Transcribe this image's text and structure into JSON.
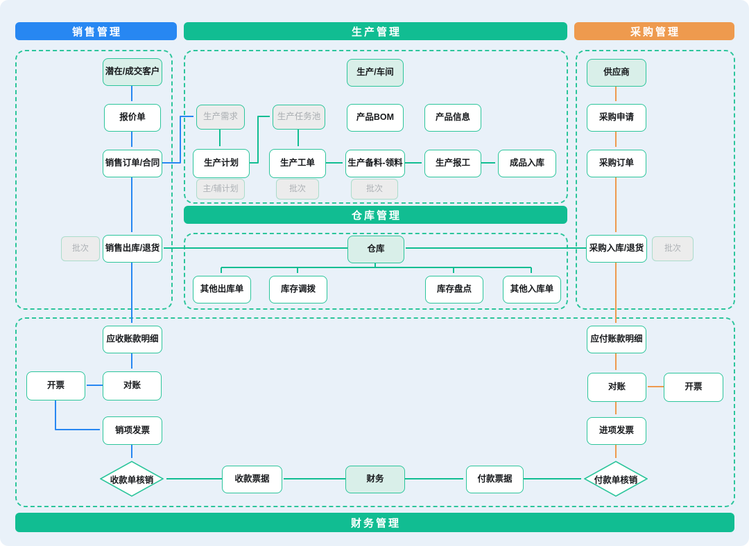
{
  "headers": {
    "sales": "销售管理",
    "production": "生产管理",
    "purchase": "采购管理",
    "warehouse": "仓库管理",
    "finance": "财务管理"
  },
  "nodes": {
    "customer": "潜在/成交客户",
    "quotation": "报价单",
    "sales_order": "销售订单/合同",
    "sales_batch": "批次",
    "sales_outbound": "销售出库/退货",
    "receivable_detail": "应收账款明细",
    "invoice_left": "开票",
    "reconcile_left": "对账",
    "sales_invoice": "销项发票",
    "receipt_writeoff": "收款单核销",
    "workshop": "生产/车间",
    "prod_demand": "生产需求",
    "prod_task_pool": "生产任务池",
    "product_bom": "产品BOM",
    "product_info": "产品信息",
    "prod_plan": "生产计划",
    "main_aux_plan": "主/辅计划",
    "prod_work_order": "生产工单",
    "work_order_batch": "批次",
    "prod_material": "生产备料-领料",
    "material_batch": "批次",
    "prod_report": "生产报工",
    "finished_inbound": "成品入库",
    "warehouse_hub": "仓库",
    "other_outbound": "其他出库单",
    "stock_transfer": "库存调拨",
    "stock_check": "库存盘点",
    "other_inbound": "其他入库单",
    "supplier": "供应商",
    "purchase_request": "采购申请",
    "purchase_order": "采购订单",
    "purchase_inbound": "采购入库/退货",
    "purchase_batch": "批次",
    "payable_detail": "应付账款明细",
    "reconcile_right": "对账",
    "invoice_right": "开票",
    "input_invoice": "进项发票",
    "payment_writeoff": "付款单核销",
    "receipt_bill": "收款票据",
    "finance_hub": "财务",
    "payment_bill": "付款票据"
  },
  "colors": {
    "sales_blue": "#2787f2",
    "process_green": "#11bd92",
    "purchase_orange": "#ee9a4e",
    "node_border_green": "#2cc59b",
    "mint_fill": "#d9efe9",
    "disabled_fill": "#ececec",
    "background": "#e9f1f9"
  }
}
